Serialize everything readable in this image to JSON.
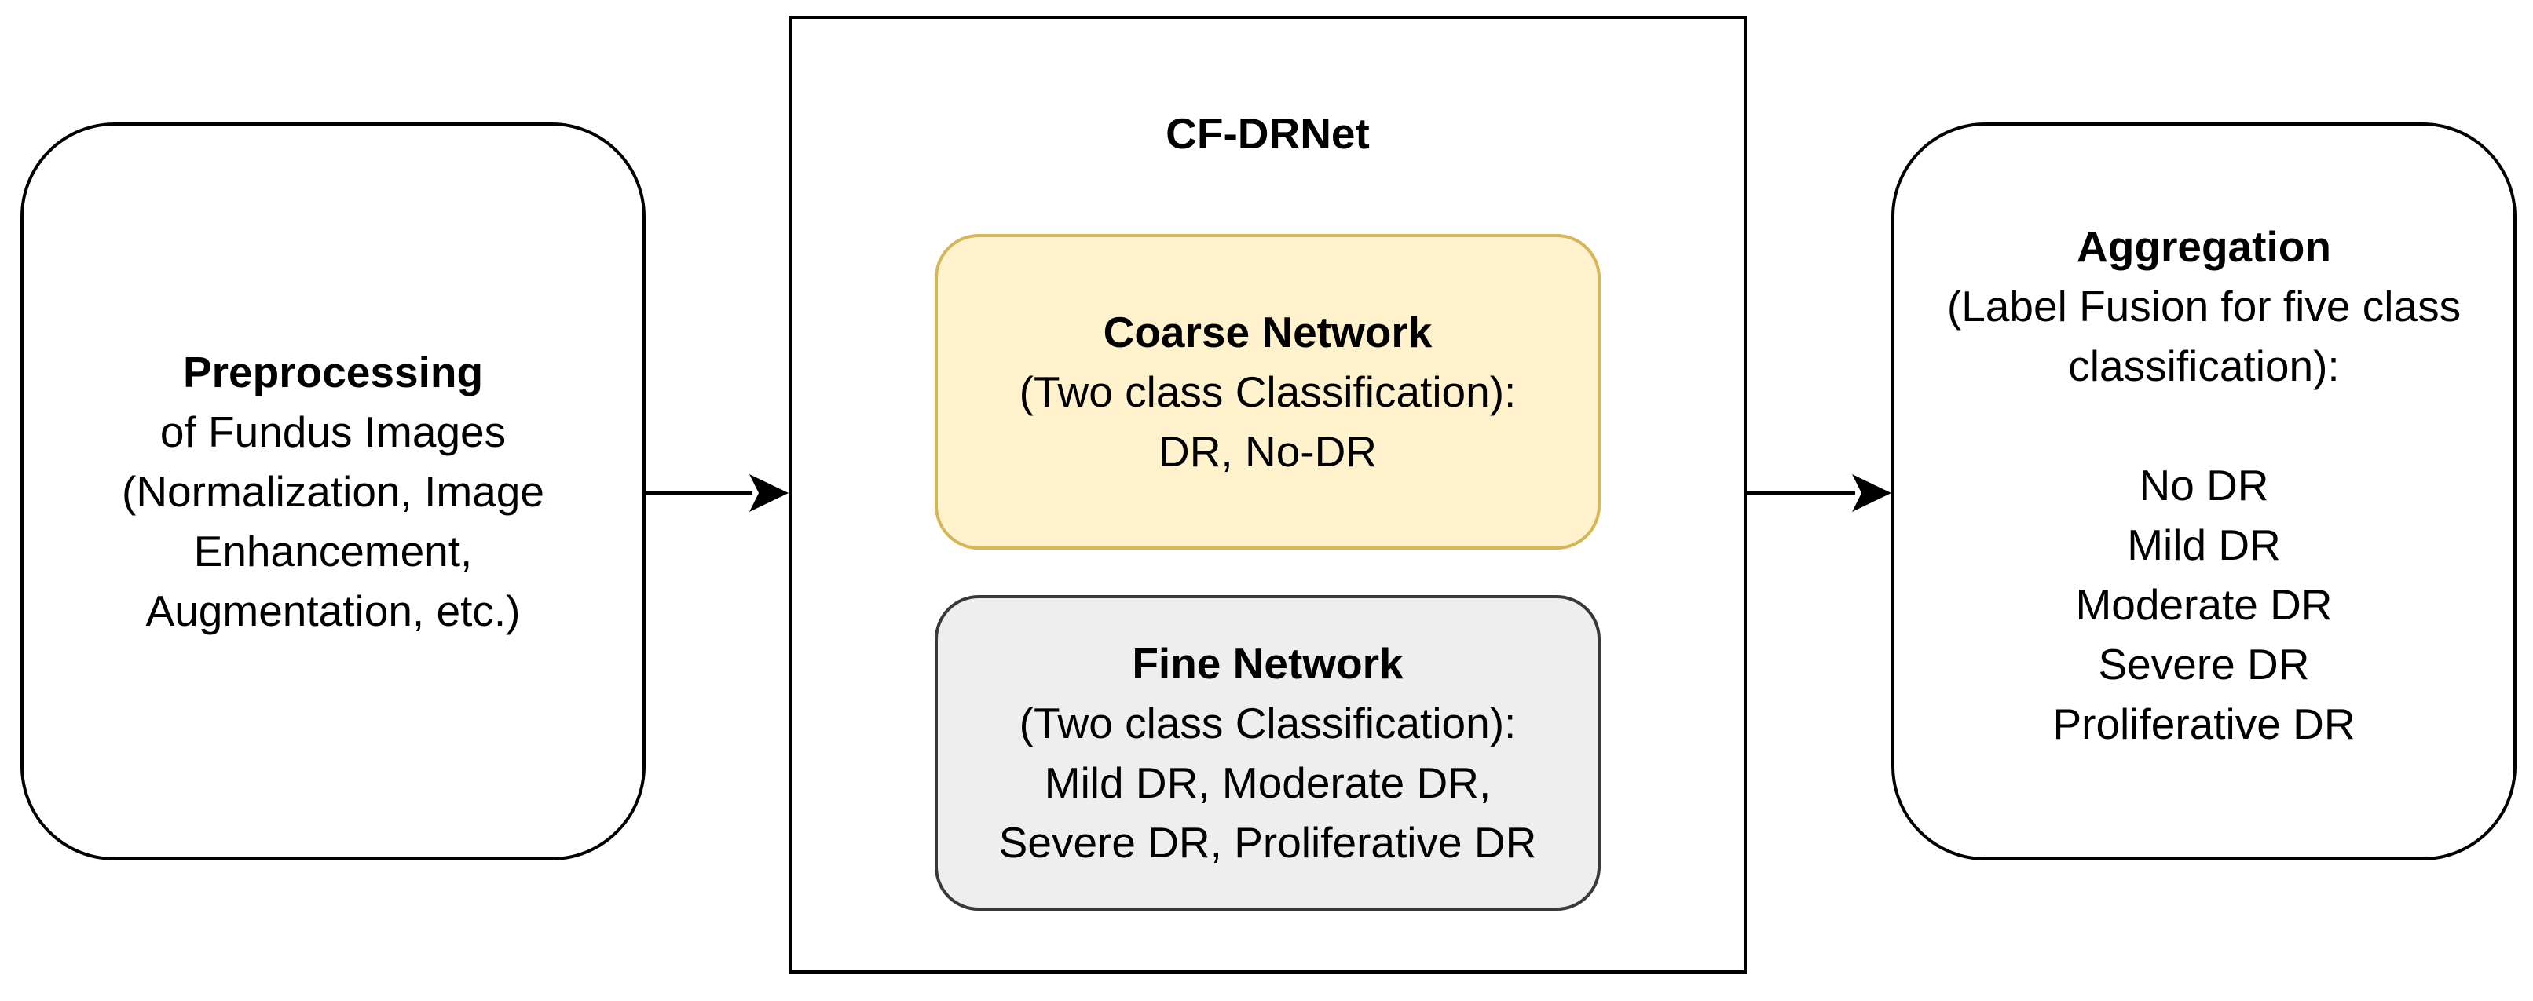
{
  "diagram": {
    "preprocessing": {
      "title": "Preprocessing",
      "lines": [
        "of Fundus Images",
        "(Normalization, Image",
        "Enhancement,",
        "Augmentation, etc.)"
      ]
    },
    "cf_drnet": {
      "title": "CF-DRNet",
      "coarse_network": {
        "title": "Coarse Network",
        "lines": [
          "(Two class Classification):",
          "DR, No-DR"
        ]
      },
      "fine_network": {
        "title": "Fine Network",
        "lines": [
          "(Two class Classification):",
          "Mild DR, Moderate DR,",
          "Severe DR, Proliferative DR"
        ]
      }
    },
    "aggregation": {
      "title": "Aggregation",
      "lines": [
        "(Label Fusion for five class",
        "classification):"
      ],
      "classes": [
        "No DR",
        "Mild DR",
        "Moderate DR",
        "Severe DR",
        "Proliferative DR"
      ]
    }
  },
  "colors": {
    "coarse_fill": "#fff2cc",
    "coarse_stroke": "#d6b656",
    "fine_fill": "#eeeeee",
    "fine_stroke": "#36393d",
    "line": "#000000"
  }
}
